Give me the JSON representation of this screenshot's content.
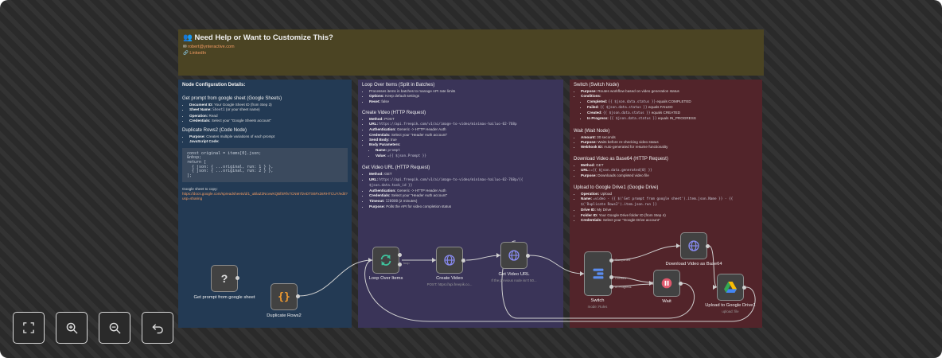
{
  "help": {
    "title": "Need Help or Want to Customize This?",
    "email": "robert@ynteractive.com",
    "linkedin": "LinkedIn"
  },
  "col1": {
    "heading": "Node Configuration Details:",
    "sec1": {
      "title": "Get prompt from google sheet (Google Sheets)",
      "items": [
        {
          "k": "Document ID:",
          "v": "Your Google Sheet ID (from Step 3)"
        },
        {
          "k": "Sheet Name:",
          "c": "Sheet1",
          "v": "(or your sheet name)"
        },
        {
          "k": "Operation:",
          "v": "Read"
        },
        {
          "k": "Credentials:",
          "v": "Select your \"Google Sheets account\""
        }
      ]
    },
    "sec2": {
      "title": "Duplicate Rows2 (Code Node)",
      "items": [
        {
          "k": "Purpose:",
          "v": "Creates multiple variations of each prompt"
        },
        {
          "k": "JavaScript Code:",
          "v": ""
        }
      ],
      "code": "const original = items[0].json;\n&nbsp;\nreturn [\n  { json: { ...original, run: 1 } },\n  { json: { ...original, run: 2 } },\n];"
    },
    "copy_label": "Google sheet to copy:",
    "copy_link": "https://docs.google.com/spreadsheets/d/1_uBlaZ3NcvwKQBfSRfv7CNM7lzeDTS6Fx3sRHTCUY/edit?usp=sharing"
  },
  "col2": {
    "sec1": {
      "title": "Loop Over Items (Split in Batches)",
      "items": [
        {
          "k": "",
          "v": "Processes items in batches to manage API rate limits"
        },
        {
          "k": "Options:",
          "v": "Keep default settings"
        },
        {
          "k": "Reset:",
          "v": "false"
        }
      ]
    },
    "sec2": {
      "title": "Create Video (HTTP Request)",
      "items": [
        {
          "k": "Method:",
          "v": "POST"
        },
        {
          "k": "URL:",
          "c": "https://api.freepik.com/v1/ai/image-to-video/minimax-hailuo-02-768p"
        },
        {
          "k": "Authentication:",
          "v": "Generic -> HTTP Header Auth"
        },
        {
          "k": "Credentials:",
          "v": "Select your \"Header Auth account\""
        },
        {
          "k": "Send Body:",
          "v": "true"
        },
        {
          "k": "Body Parameters:",
          "v": ""
        }
      ],
      "sub": [
        {
          "k": "Name:",
          "c": "prompt"
        },
        {
          "k": "Value:",
          "c": "={{ $json.Prompt }}"
        }
      ]
    },
    "sec3": {
      "title": "Get Video URL (HTTP Request)",
      "items": [
        {
          "k": "Method:",
          "v": "GET"
        },
        {
          "k": "URL:",
          "c": "https://api.freepik.com/v1/ai/image-to-video/minimax-hailuo-02-768p/{{ $json.data.task_id }}"
        },
        {
          "k": "Authentication:",
          "v": "Generic -> HTTP Header Auth"
        },
        {
          "k": "Credentials:",
          "v": "Select your \"Header Auth account\""
        },
        {
          "k": "Timeout:",
          "c": "120000",
          "v": "(2 minutes)"
        },
        {
          "k": "Purpose:",
          "v": "Polls the API for video completion status"
        }
      ]
    }
  },
  "col3": {
    "sec1": {
      "title": "Switch (Switch Node)",
      "items": [
        {
          "k": "Purpose:",
          "v": "Routes workflow based on video generation status"
        },
        {
          "k": "Conditions:",
          "v": ""
        }
      ],
      "sub": [
        {
          "k": "Completed:",
          "c": "{{ $json.data.status }}",
          "v": "equals COMPLETED"
        },
        {
          "k": "Failed:",
          "c": "{{ $json.data.status }}",
          "v": "equals FAILED"
        },
        {
          "k": "Created:",
          "c": "{{ $json.data.status }}",
          "v": "equals CREATED"
        },
        {
          "k": "In Progress:",
          "c": "{{ $json.data.status }}",
          "v": "equals IN_PROGRESS"
        }
      ]
    },
    "sec2": {
      "title": "Wait (Wait Node)",
      "items": [
        {
          "k": "Amount:",
          "v": "30 seconds"
        },
        {
          "k": "Purpose:",
          "v": "Waits before re-checking video status"
        },
        {
          "k": "Webhook ID:",
          "v": "Auto-generated for resume functionality"
        }
      ]
    },
    "sec3": {
      "title": "Download Video as Base64 (HTTP Request)",
      "items": [
        {
          "k": "Method:",
          "v": "GET"
        },
        {
          "k": "URL:",
          "c": "={{ $json.data.generated[0] }}"
        },
        {
          "k": "Purpose:",
          "v": "Downloads completed video file"
        }
      ]
    },
    "sec4": {
      "title": "Upload to Google Drive1 (Google Drive)",
      "items": [
        {
          "k": "Operation:",
          "v": "Upload"
        },
        {
          "k": "Name:",
          "c": "=video - {{ $('Get prompt from google sheet').item.json.Name }} - {{ $('Duplicate Rows2').item.json.run }}"
        },
        {
          "k": "Drive ID:",
          "v": "My Drive"
        },
        {
          "k": "Folder ID:",
          "v": "Your Google Drive folder ID (from Step 4)"
        },
        {
          "k": "Credentials:",
          "v": "Select your \"Google Drive account\""
        }
      ]
    }
  },
  "nodes": {
    "get_prompt": {
      "label": "Get prompt from google sheet"
    },
    "duplicate": {
      "label": "Duplicate Rows2"
    },
    "loop": {
      "label": "Loop Over Items",
      "port": "loop"
    },
    "create": {
      "label": "Create Video",
      "sub": "POST: https://api.freepik.co..."
    },
    "get_url": {
      "label": "Get Video URL",
      "sub": "If the previous node isn't 50..."
    },
    "switch": {
      "label": "Switch",
      "sub": "mode: Rules",
      "out1": "Completed",
      "out2": "Created",
      "out3": "In Progress"
    },
    "wait": {
      "label": "Wait"
    },
    "download": {
      "label": "Download Video as Base64"
    },
    "upload": {
      "label": "Upload to Google Drive1",
      "sub": "upload: file"
    }
  },
  "colors": {
    "help_bg": "#4b4423",
    "col1_bg": "#233a54",
    "col2_bg": "#3a3458",
    "col3_bg": "#52242a",
    "link": "#f29b62",
    "loop_icon": "#3fc29c",
    "code_icon": "#f29b30",
    "http_icon": "#8a8cf5",
    "wait_icon": "#e0586c"
  },
  "toolbar": [
    "fit-view-icon",
    "zoom-in-icon",
    "zoom-out-icon",
    "undo-icon"
  ]
}
